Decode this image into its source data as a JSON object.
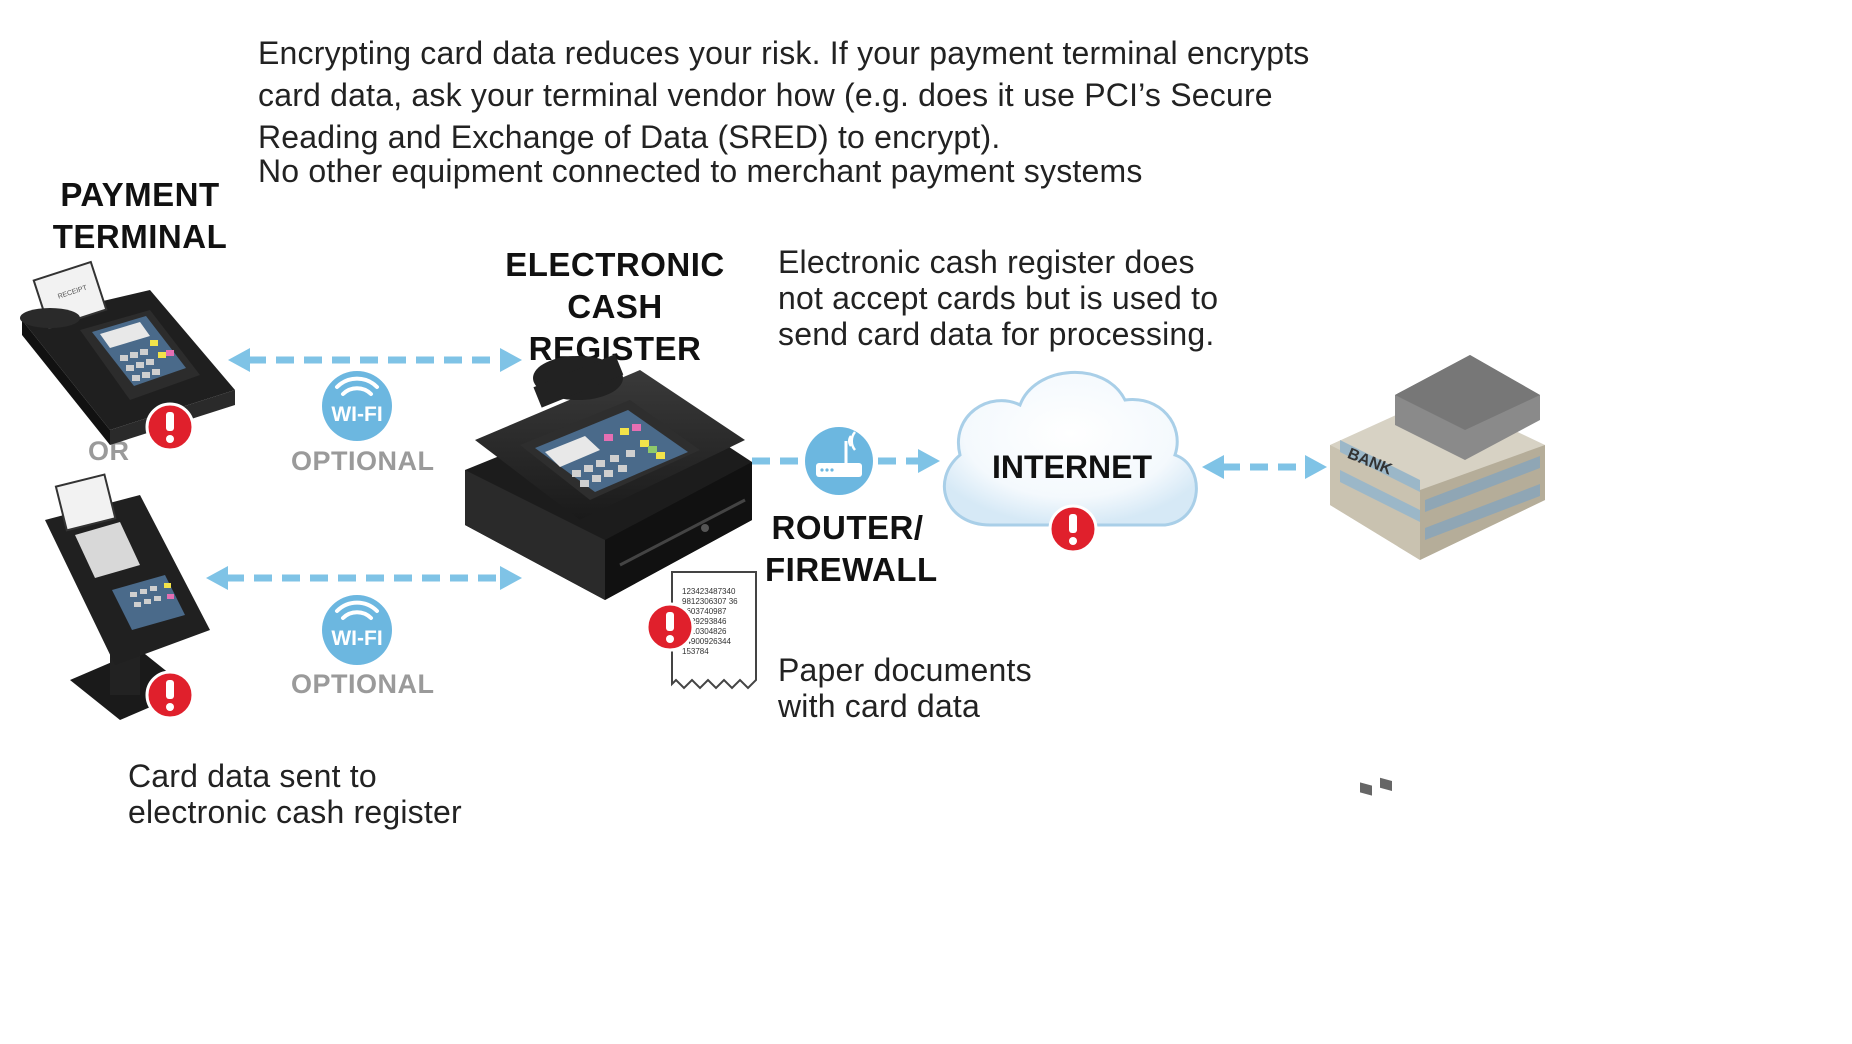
{
  "notes": {
    "encryption": [
      "Encrypting card data reduces your risk. If your payment terminal encrypts",
      "card data, ask your terminal vendor how (e.g. does it use PCI’s Secure",
      "Reading and Exchange of Data (SRED) to encrypt)."
    ],
    "no_other_equipment": "No other equipment connected to merchant payment systems",
    "ecr_description": [
      "Electronic cash register does",
      "not accept cards but is used to",
      "send card data for processing."
    ],
    "paper_documents": [
      "Paper documents",
      "with card data"
    ],
    "card_data_sent": [
      "Card data sent to",
      "electronic cash register"
    ]
  },
  "labels": {
    "payment_terminal": [
      "PAYMENT",
      "TERMINAL"
    ],
    "or": "OR",
    "electronic_cash_register": [
      "ELECTRONIC",
      "CASH REGISTER"
    ],
    "router_firewall": [
      "ROUTER/",
      "FIREWALL"
    ],
    "internet": "INTERNET",
    "bank_sign": "BANK",
    "wifi_badge": "WI-FI",
    "optional": "OPTIONAL",
    "terminal_receipt": "RECEIPT"
  },
  "receipt_lines": [
    "123423487340",
    "9812306307 36",
    "4603740987",
    "2929293846",
    "2910304826",
    "54900926344",
    "153784"
  ],
  "colors": {
    "connector": "#7fc3e6",
    "wifi_badge": "#6cb7e0",
    "warning": "#e0202c",
    "muted_label": "#9a9a9a"
  }
}
